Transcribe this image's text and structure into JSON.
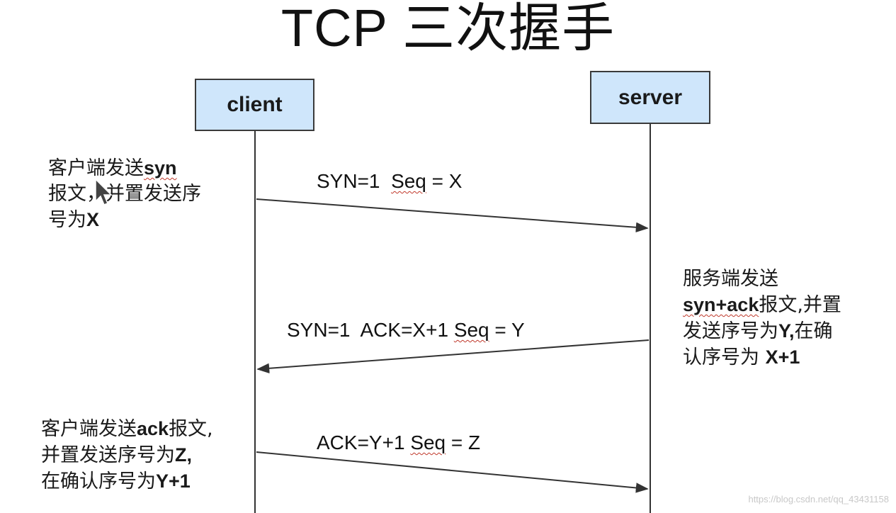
{
  "title": "TCP 三次握手",
  "actors": {
    "client": "client",
    "server": "server"
  },
  "messages": [
    {
      "pre": "SYN=1  ",
      "seq": "Seq",
      "post": " = X"
    },
    {
      "pre": "SYN=1  ACK=X+1 ",
      "seq": "Seq",
      "post": " = Y"
    },
    {
      "pre": "ACK=Y+1 ",
      "seq": "Seq",
      "post": " = Z"
    }
  ],
  "notes": {
    "client_syn": [
      "客户端发送",
      "syn",
      "报文，并置发送序",
      "号为",
      "X"
    ],
    "server_synack": [
      "服务端发送",
      "syn+ack",
      "报文,并置",
      "发送序号为",
      "Y,",
      "在确",
      "认序号为 ",
      "X+1"
    ],
    "client_ack": [
      "客户端发送",
      "ack",
      "报文,",
      "并置发送序号为",
      "Z,",
      "在确认序号为",
      "Y+1"
    ]
  },
  "watermark": "https://blog.csdn.net/qq_43431158",
  "colors": {
    "actor_fill": "#cfe6fb",
    "line": "#333333",
    "squiggle": "#c0392b"
  }
}
